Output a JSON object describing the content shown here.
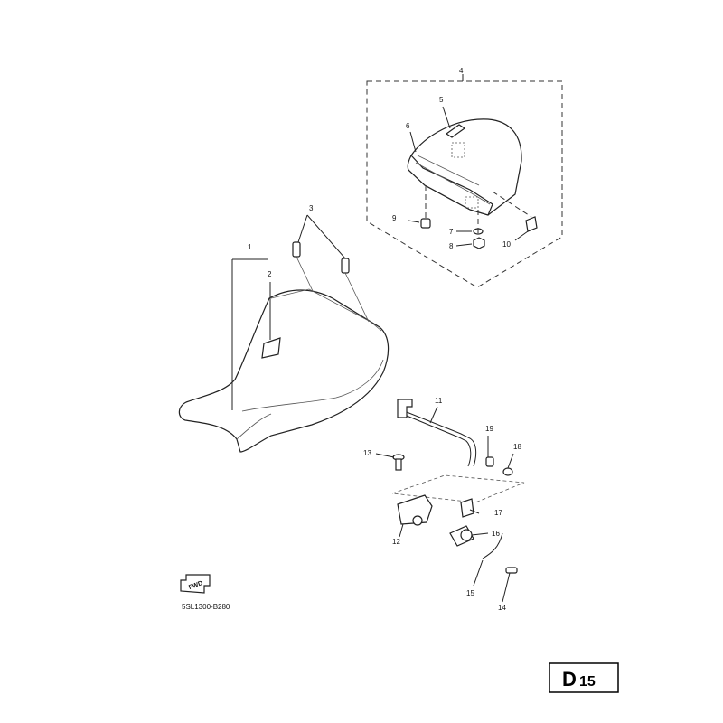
{
  "callouts": {
    "c1": "1",
    "c2": "2",
    "c3": "3",
    "c4": "4",
    "c5": "5",
    "c6": "6",
    "c7": "7",
    "c8": "8",
    "c9": "9",
    "c10": "10",
    "c11": "11",
    "c12": "12",
    "c13": "13",
    "c14": "14",
    "c15": "15",
    "c16": "16",
    "c17": "17",
    "c18": "18",
    "c19": "19"
  },
  "fwd_label": "FWD",
  "diagram_code": "5SL1300-B280",
  "page_badge": {
    "prefix": "D",
    "number": "15"
  }
}
